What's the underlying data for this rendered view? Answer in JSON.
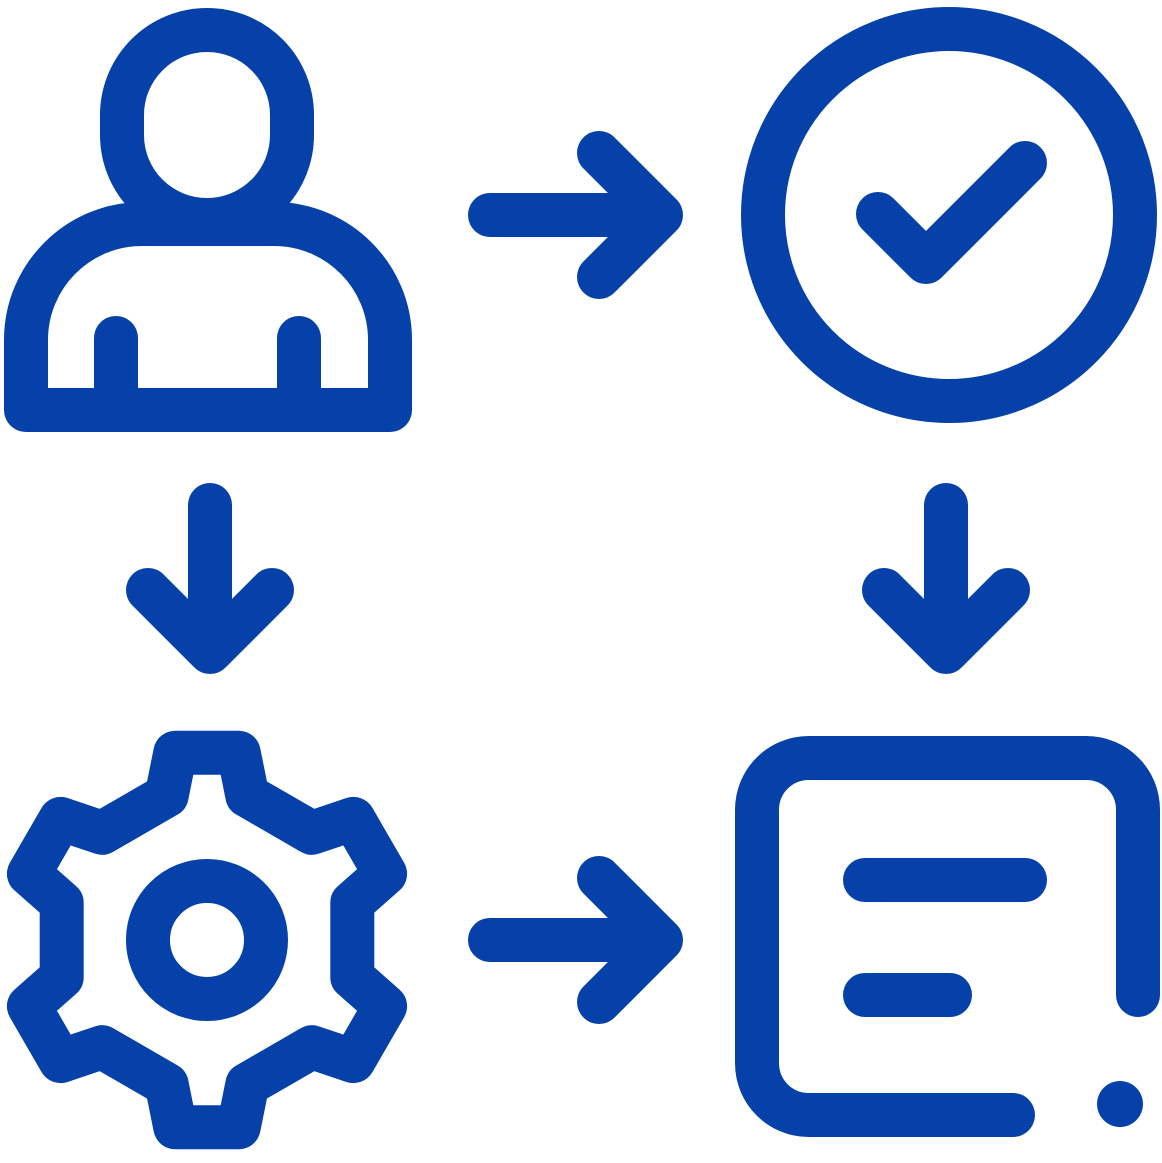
{
  "diagram": {
    "accent_color": "#0541A8",
    "background_color": "#FFFFFF",
    "nodes": [
      {
        "id": "user",
        "icon": "user-icon"
      },
      {
        "id": "approval",
        "icon": "check-circle-icon"
      },
      {
        "id": "settings",
        "icon": "gear-icon"
      },
      {
        "id": "document",
        "icon": "document-icon"
      }
    ],
    "edges": [
      {
        "from": "user",
        "to": "approval",
        "icon": "arrow-right-icon"
      },
      {
        "from": "user",
        "to": "settings",
        "icon": "arrow-down-icon"
      },
      {
        "from": "approval",
        "to": "document",
        "icon": "arrow-down-icon"
      },
      {
        "from": "settings",
        "to": "document",
        "icon": "arrow-right-icon"
      }
    ]
  }
}
